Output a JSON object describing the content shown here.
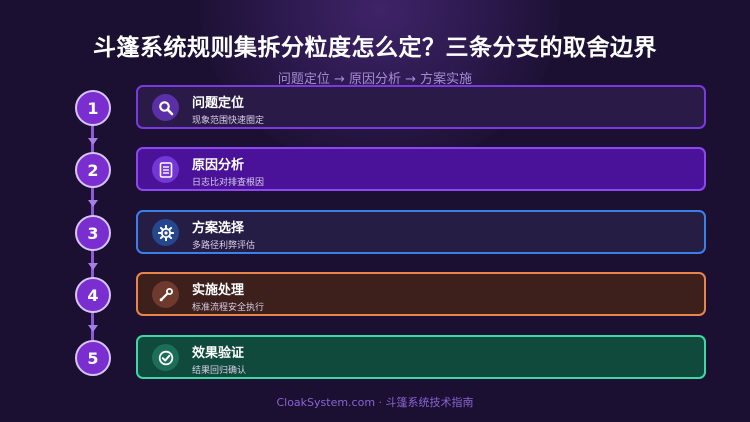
{
  "title": "斗篷系统规则集拆分粒度怎么定？三条分支的取舍边界",
  "subtitle": "问题定位 → 原因分析 → 方案实施",
  "steps": [
    {
      "number": "1",
      "title": "问题定位",
      "desc": "现象范围快速圈定",
      "icon": "search-icon"
    },
    {
      "number": "2",
      "title": "原因分析",
      "desc": "日志比对排查根因",
      "icon": "document-icon"
    },
    {
      "number": "3",
      "title": "方案选择",
      "desc": "多路径利弊评估",
      "icon": "gear-icon"
    },
    {
      "number": "4",
      "title": "实施处理",
      "desc": "标准流程安全执行",
      "icon": "wrench-icon"
    },
    {
      "number": "5",
      "title": "效果验证",
      "desc": "结果回归确认",
      "icon": "check-circle-icon"
    }
  ],
  "colors": {
    "background": "#1b1031",
    "card1": "#2a1a48",
    "card1_border": "#7a3ae0",
    "card2": "#4a1299",
    "card2_border": "#8e47ee",
    "card3": "#261d44",
    "card3_border": "#3b7fe8",
    "card4": "#3d1f1c",
    "card4_border": "#e8844e",
    "card5": "#0f4a3c",
    "card5_border": "#3fd7a4"
  },
  "footer": "CloakSystem.com · 斗篷系统技术指南"
}
